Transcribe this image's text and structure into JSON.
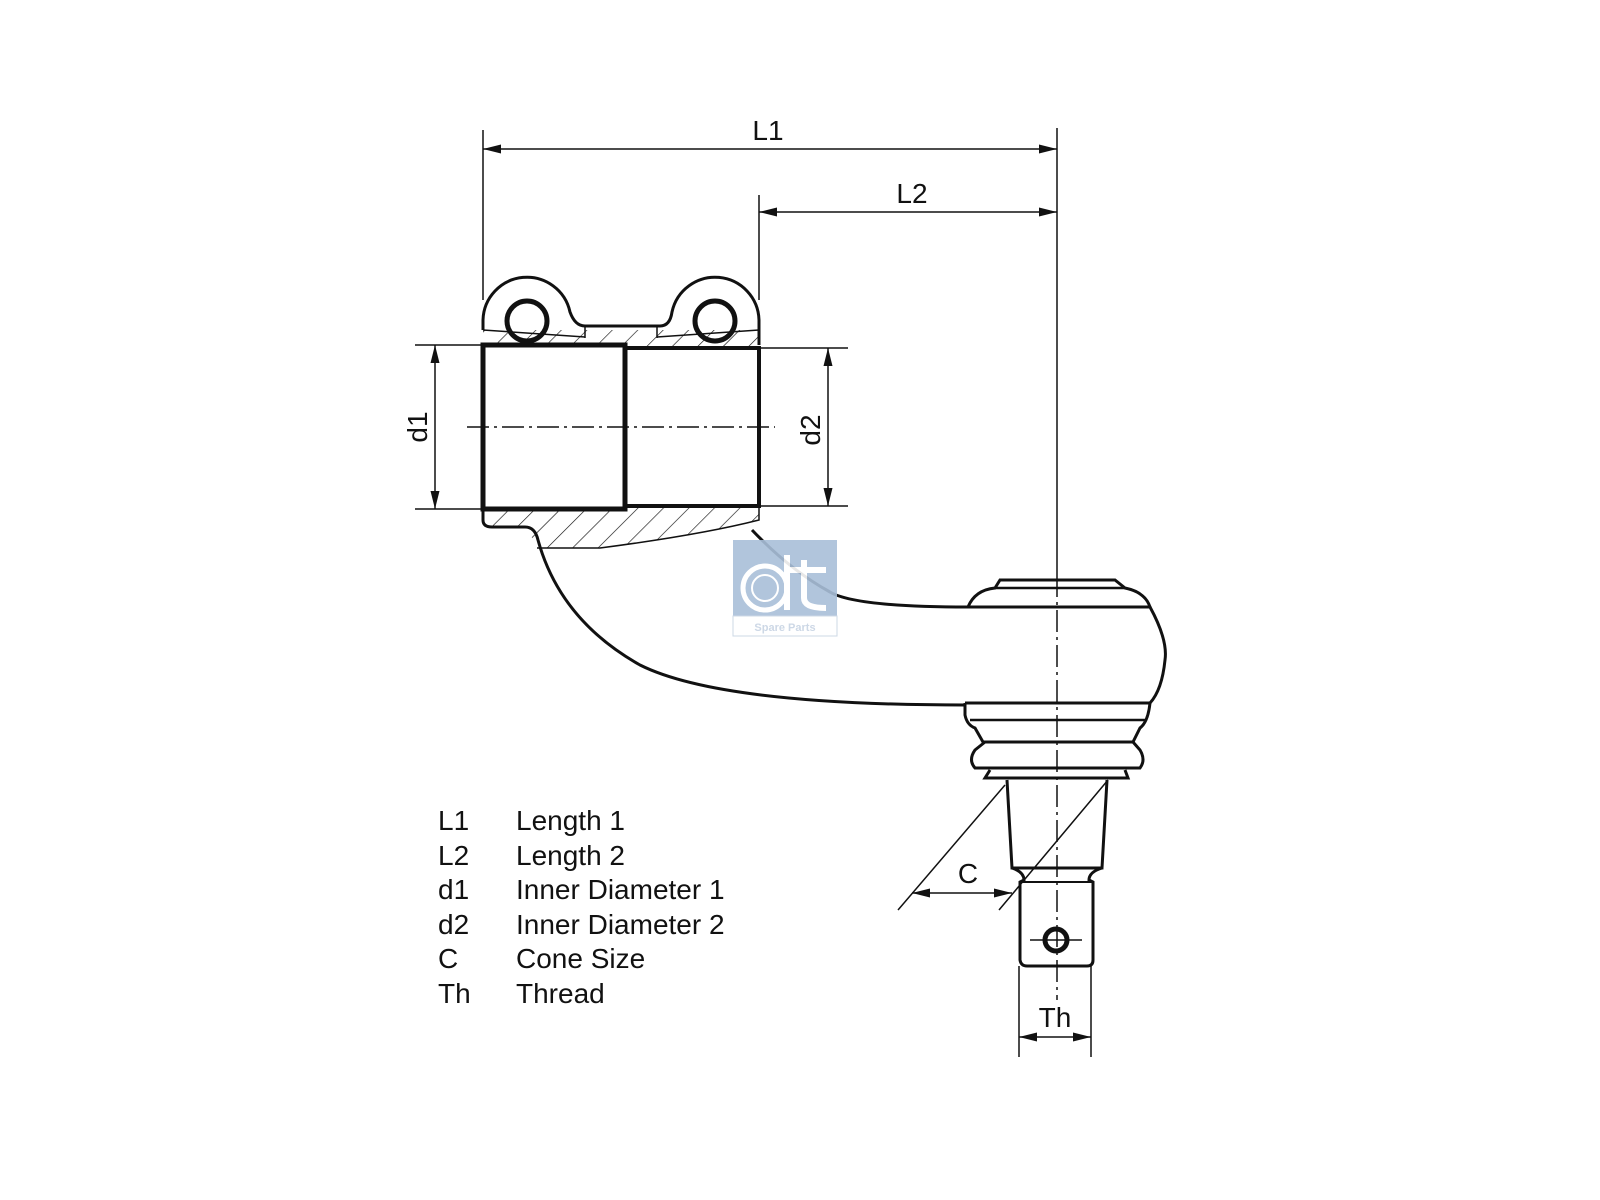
{
  "dimensions": {
    "L1": "L1",
    "L2": "L2",
    "d1": "d1",
    "d2": "d2",
    "C": "C",
    "Th": "Th"
  },
  "legend": [
    {
      "symbol": "L1",
      "label": "Length 1"
    },
    {
      "symbol": "L2",
      "label": "Length 2"
    },
    {
      "symbol": "d1",
      "label": "Inner Diameter 1"
    },
    {
      "symbol": "d2",
      "label": "Inner Diameter 2"
    },
    {
      "symbol": "C",
      "label": "Cone Size"
    },
    {
      "symbol": "Th",
      "label": "Thread"
    }
  ],
  "logo": {
    "text": "Spare Parts",
    "color": "#a9bfd9"
  }
}
